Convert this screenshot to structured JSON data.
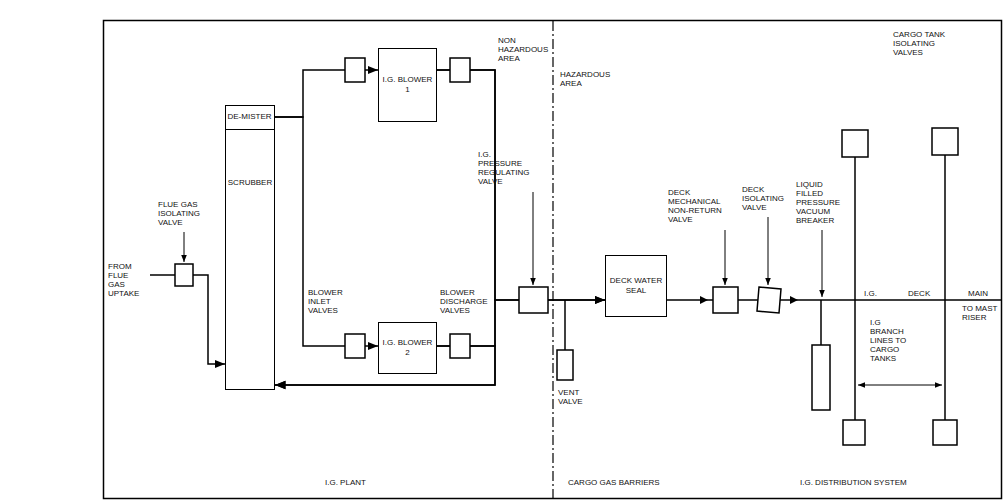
{
  "diagram": {
    "nodes": [
      {
        "text": [
          "SCRUBBER"
        ]
      },
      {
        "text": [
          "DE-MISTER"
        ],
        "in": 0
      },
      {
        "text": [
          "I.G. BLOWER 1"
        ]
      },
      {
        "text": [
          "I.G. BLOWER 2"
        ]
      },
      {
        "text": [
          "DECK WATER SEAL"
        ]
      }
    ],
    "edges": [
      {
        "from": 1,
        "to": 2,
        "arrow": "to"
      },
      {
        "from": 1,
        "to": 3,
        "arrow": "to"
      },
      {
        "from": 2,
        "to": 4,
        "arrow": "to"
      },
      {
        "from": 3,
        "to": 4,
        "arrow": "to"
      },
      {
        "from": 2,
        "to": 0,
        "arrow": "to"
      },
      {
        "from": 3,
        "to": 0,
        "arrow": "to"
      }
    ],
    "labels": [
      "FROM FLUE GAS UPTAKE",
      "FLUE GAS ISOLATING VALVE",
      "NON HAZARDOUS AREA",
      "HAZARDOUS AREA",
      "I.G. PRESSURE REGULATING VALVE",
      "BLOWER INLET VALVES",
      "BLOWER DISCHARGE VALVES",
      "VENT VALVE",
      "DECK MECHANICAL NON-RETURN VALVE",
      "DECK ISOLATING VALVE",
      "LIQUID FILLED PRESSURE VACUUM BREAKER",
      "CARGO TANK ISOLATING VALVES",
      "I.G.",
      "DECK",
      "MAIN",
      "TO MAST RISER",
      "I.G BRANCH LINES TO CARGO TANKS",
      "I.G. PLANT",
      "CARGO GAS BARRIERS",
      "I.G. DISTRIBUTION SYSTEM"
    ]
  }
}
